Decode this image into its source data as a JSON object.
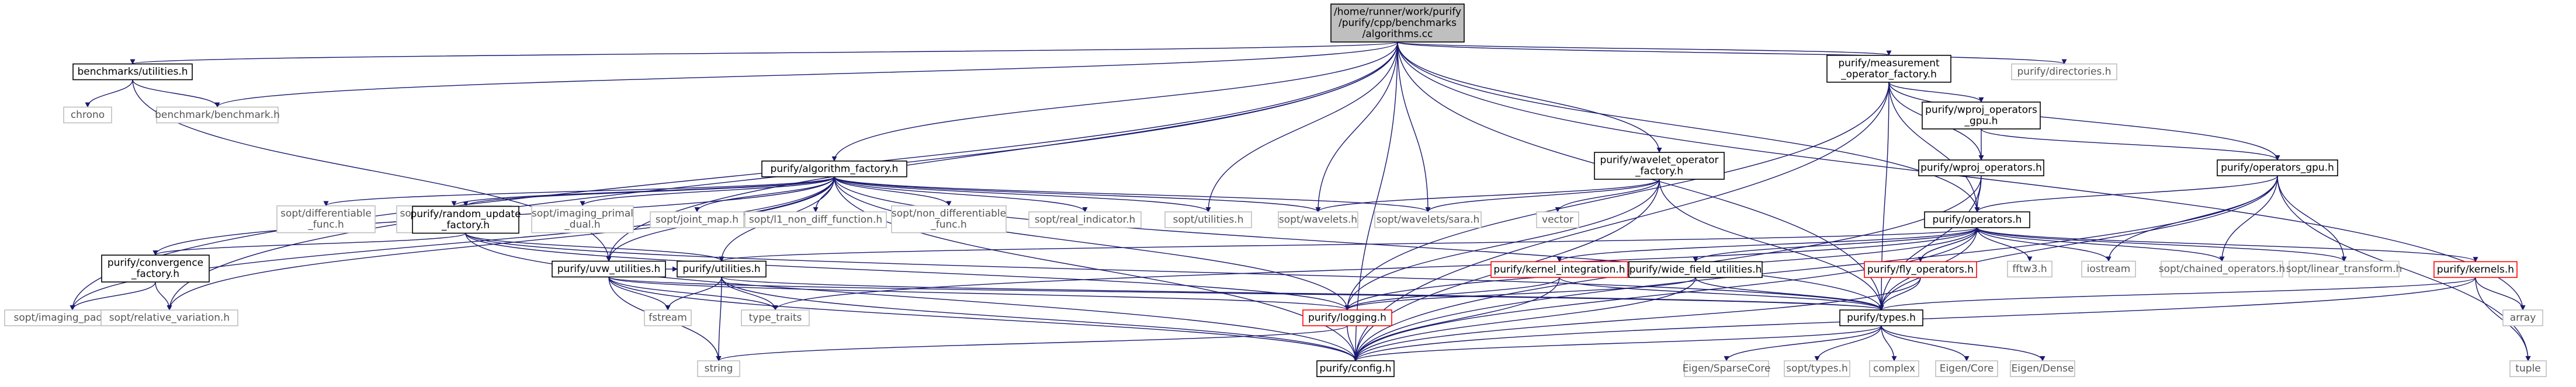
{
  "nodes": [
    {
      "id": "root",
      "lines": [
        "/home/runner/work/purify",
        "/purify/cpp/benchmarks",
        "/algorithms.cc"
      ],
      "style": "root"
    },
    {
      "id": "bu",
      "lines": [
        "benchmarks/utilities.h"
      ],
      "style": "normal"
    },
    {
      "id": "chrono",
      "lines": [
        "chrono"
      ],
      "style": "gray"
    },
    {
      "id": "bb",
      "lines": [
        "benchmark/benchmark.h"
      ],
      "style": "gray"
    },
    {
      "id": "meas",
      "lines": [
        "purify/measurement",
        "_operator_factory.h"
      ],
      "style": "normal"
    },
    {
      "id": "dirs",
      "lines": [
        "purify/directories.h"
      ],
      "style": "gray"
    },
    {
      "id": "af",
      "lines": [
        "purify/algorithm_factory.h"
      ],
      "style": "normal"
    },
    {
      "id": "wof",
      "lines": [
        "purify/wavelet_operator",
        "_factory.h"
      ],
      "style": "normal"
    },
    {
      "id": "wpg",
      "lines": [
        "purify/wproj_operators",
        "_gpu.h"
      ],
      "style": "normal"
    },
    {
      "id": "wp",
      "lines": [
        "purify/wproj_operators.h"
      ],
      "style": "normal"
    },
    {
      "id": "og",
      "lines": [
        "purify/operators_gpu.h"
      ],
      "style": "normal"
    },
    {
      "id": "ops",
      "lines": [
        "purify/operators.h"
      ],
      "style": "normal"
    },
    {
      "id": "pdf",
      "lines": [
        "sopt/differentiable",
        "_func.h"
      ],
      "style": "gray"
    },
    {
      "id": "ifb",
      "lines": [
        "sopt/imaging_forward",
        "_backward.h"
      ],
      "style": "gray"
    },
    {
      "id": "ipd",
      "lines": [
        "sopt/imaging_primal",
        "_dual.h"
      ],
      "style": "gray"
    },
    {
      "id": "jm",
      "lines": [
        "sopt/joint_map.h"
      ],
      "style": "gray"
    },
    {
      "id": "l1",
      "lines": [
        "sopt/l1_non_diff_function.h"
      ],
      "style": "gray"
    },
    {
      "id": "ndf",
      "lines": [
        "sopt/non_differentiable",
        "_func.h"
      ],
      "style": "gray"
    },
    {
      "id": "ri",
      "lines": [
        "sopt/real_indicator.h"
      ],
      "style": "gray"
    },
    {
      "id": "su",
      "lines": [
        "sopt/utilities.h"
      ],
      "style": "gray"
    },
    {
      "id": "sw",
      "lines": [
        "sopt/wavelets.h"
      ],
      "style": "gray"
    },
    {
      "id": "sws",
      "lines": [
        "sopt/wavelets/sara.h"
      ],
      "style": "gray"
    },
    {
      "id": "vec",
      "lines": [
        "vector"
      ],
      "style": "gray"
    },
    {
      "id": "ruf",
      "lines": [
        "purify/random_update",
        "_factory.h"
      ],
      "style": "normal"
    },
    {
      "id": "cf",
      "lines": [
        "purify/convergence",
        "_factory.h"
      ],
      "style": "normal"
    },
    {
      "id": "ip",
      "lines": [
        "sopt/imaging_padmm.h"
      ],
      "style": "gray"
    },
    {
      "id": "rv",
      "lines": [
        "sopt/relative_variation.h"
      ],
      "style": "gray"
    },
    {
      "id": "uvw",
      "lines": [
        "purify/uvw_utilities.h"
      ],
      "style": "normal"
    },
    {
      "id": "ut",
      "lines": [
        "purify/utilities.h"
      ],
      "style": "normal"
    },
    {
      "id": "fs",
      "lines": [
        "fstream"
      ],
      "style": "gray"
    },
    {
      "id": "tt",
      "lines": [
        "type_traits"
      ],
      "style": "gray"
    },
    {
      "id": "str",
      "lines": [
        "string"
      ],
      "style": "gray"
    },
    {
      "id": "ki",
      "lines": [
        "purify/kernel_integration.h"
      ],
      "style": "red"
    },
    {
      "id": "wfu",
      "lines": [
        "purify/wide_field_utilities.h"
      ],
      "style": "normal"
    },
    {
      "id": "lg",
      "lines": [
        "purify/logging.h"
      ],
      "style": "red"
    },
    {
      "id": "cfg",
      "lines": [
        "purify/config.h"
      ],
      "style": "normal"
    },
    {
      "id": "fly",
      "lines": [
        "purify/fly_operators.h"
      ],
      "style": "red"
    },
    {
      "id": "fftw",
      "lines": [
        "fftw3.h"
      ],
      "style": "gray"
    },
    {
      "id": "ios",
      "lines": [
        "iostream"
      ],
      "style": "gray"
    },
    {
      "id": "sco",
      "lines": [
        "sopt/chained_operators.h"
      ],
      "style": "gray"
    },
    {
      "id": "slt",
      "lines": [
        "sopt/linear_transform.h"
      ],
      "style": "gray"
    },
    {
      "id": "ty",
      "lines": [
        "purify/types.h"
      ],
      "style": "normal"
    },
    {
      "id": "ker",
      "lines": [
        "purify/kernels.h"
      ],
      "style": "red"
    },
    {
      "id": "arr",
      "lines": [
        "array"
      ],
      "style": "gray"
    },
    {
      "id": "tup",
      "lines": [
        "tuple"
      ],
      "style": "gray"
    },
    {
      "id": "esc",
      "lines": [
        "Eigen/SparseCore"
      ],
      "style": "gray"
    },
    {
      "id": "stypes",
      "lines": [
        "sopt/types.h"
      ],
      "style": "gray"
    },
    {
      "id": "cpx",
      "lines": [
        "complex"
      ],
      "style": "gray"
    },
    {
      "id": "ec",
      "lines": [
        "Eigen/Core"
      ],
      "style": "gray"
    },
    {
      "id": "ed",
      "lines": [
        "Eigen/Dense"
      ],
      "style": "gray"
    }
  ],
  "edges": [
    [
      "root",
      "bu"
    ],
    [
      "root",
      "bb"
    ],
    [
      "root",
      "meas"
    ],
    [
      "root",
      "dirs"
    ],
    [
      "root",
      "af"
    ],
    [
      "root",
      "wof"
    ],
    [
      "root",
      "su"
    ],
    [
      "root",
      "sw"
    ],
    [
      "root",
      "sws"
    ],
    [
      "root",
      "ops"
    ],
    [
      "root",
      "ip"
    ],
    [
      "root",
      "rv"
    ],
    [
      "root",
      "uvw"
    ],
    [
      "root",
      "cfg"
    ],
    [
      "root",
      "ty"
    ],
    [
      "root",
      "arr"
    ],
    [
      "bu",
      "chrono"
    ],
    [
      "bu",
      "bb"
    ],
    [
      "bu",
      "uvw"
    ],
    [
      "meas",
      "wpg"
    ],
    [
      "meas",
      "wp"
    ],
    [
      "meas",
      "og"
    ],
    [
      "meas",
      "ops"
    ],
    [
      "meas",
      "lg"
    ],
    [
      "meas",
      "ty"
    ],
    [
      "meas",
      "cfg"
    ],
    [
      "af",
      "pdf"
    ],
    [
      "af",
      "ifb"
    ],
    [
      "af",
      "ipd"
    ],
    [
      "af",
      "jm"
    ],
    [
      "af",
      "l1"
    ],
    [
      "af",
      "ndf"
    ],
    [
      "af",
      "ri"
    ],
    [
      "af",
      "su"
    ],
    [
      "af",
      "sw"
    ],
    [
      "af",
      "sws"
    ],
    [
      "af",
      "ruf"
    ],
    [
      "af",
      "cf"
    ],
    [
      "af",
      "ip"
    ],
    [
      "af",
      "rv"
    ],
    [
      "af",
      "uvw"
    ],
    [
      "af",
      "ut"
    ],
    [
      "af",
      "lg"
    ],
    [
      "af",
      "cfg"
    ],
    [
      "af",
      "ty"
    ],
    [
      "wof",
      "sw"
    ],
    [
      "wof",
      "sws"
    ],
    [
      "wof",
      "vec"
    ],
    [
      "wof",
      "lg"
    ],
    [
      "wof",
      "cfg"
    ],
    [
      "wof",
      "ty"
    ],
    [
      "wpg",
      "wp"
    ],
    [
      "wpg",
      "og"
    ],
    [
      "wp",
      "ops"
    ],
    [
      "wp",
      "cfg"
    ],
    [
      "wp",
      "ty"
    ],
    [
      "og",
      "ops"
    ],
    [
      "og",
      "ios"
    ],
    [
      "og",
      "sco"
    ],
    [
      "og",
      "slt"
    ],
    [
      "og",
      "ty"
    ],
    [
      "og",
      "tup"
    ],
    [
      "og",
      "cfg"
    ],
    [
      "ops",
      "ut"
    ],
    [
      "ops",
      "ki"
    ],
    [
      "ops",
      "wfu"
    ],
    [
      "ops",
      "lg"
    ],
    [
      "ops",
      "cfg"
    ],
    [
      "ops",
      "fly"
    ],
    [
      "ops",
      "fftw"
    ],
    [
      "ops",
      "ios"
    ],
    [
      "ops",
      "sco"
    ],
    [
      "ops",
      "slt"
    ],
    [
      "ops",
      "ty"
    ],
    [
      "ops",
      "ker"
    ],
    [
      "ops",
      "tt"
    ],
    [
      "ruf",
      "cf"
    ],
    [
      "ruf",
      "ut"
    ],
    [
      "ruf",
      "lg"
    ],
    [
      "ruf",
      "cfg"
    ],
    [
      "ruf",
      "ty"
    ],
    [
      "cf",
      "ip"
    ],
    [
      "cf",
      "rv"
    ],
    [
      "uvw",
      "ut"
    ],
    [
      "uvw",
      "fs"
    ],
    [
      "uvw",
      "tt"
    ],
    [
      "uvw",
      "str"
    ],
    [
      "uvw",
      "lg"
    ],
    [
      "uvw",
      "cfg"
    ],
    [
      "uvw",
      "ty"
    ],
    [
      "ut",
      "fs"
    ],
    [
      "ut",
      "tt"
    ],
    [
      "ut",
      "str"
    ],
    [
      "ut",
      "cfg"
    ],
    [
      "ut",
      "ty"
    ],
    [
      "ki",
      "lg"
    ],
    [
      "ki",
      "cfg"
    ],
    [
      "ki",
      "ty"
    ],
    [
      "wfu",
      "lg"
    ],
    [
      "wfu",
      "cfg"
    ],
    [
      "wfu",
      "ty"
    ],
    [
      "lg",
      "str"
    ],
    [
      "lg",
      "cfg"
    ],
    [
      "fly",
      "ops"
    ],
    [
      "fly",
      "cfg"
    ],
    [
      "fly",
      "ty"
    ],
    [
      "ty",
      "esc"
    ],
    [
      "ty",
      "stypes"
    ],
    [
      "ty",
      "cpx"
    ],
    [
      "ty",
      "ec"
    ],
    [
      "ty",
      "ed"
    ],
    [
      "ty",
      "cfg"
    ],
    [
      "ker",
      "arr"
    ],
    [
      "ker",
      "tup"
    ],
    [
      "ker",
      "cfg"
    ],
    [
      "ker",
      "ty"
    ]
  ]
}
